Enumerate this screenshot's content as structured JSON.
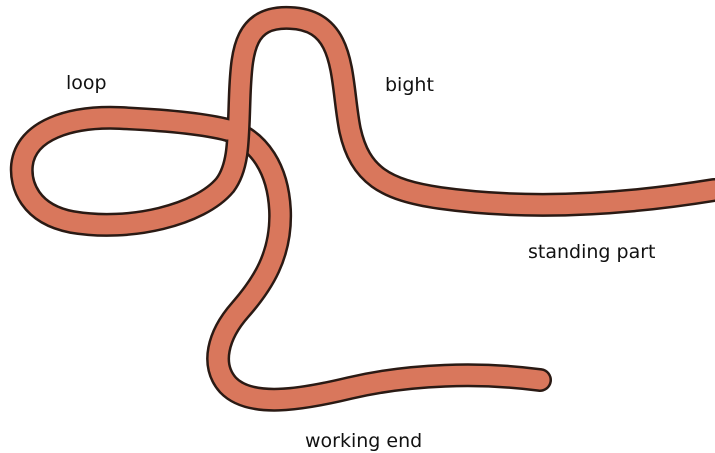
{
  "labels": {
    "loop": "loop",
    "bight": "bight",
    "standing_part": "standing part",
    "working_end": "working end"
  },
  "colors": {
    "rope_fill": "#d9775c",
    "rope_outline": "#2a1a14",
    "rope_highlight": "#e89378",
    "text": "#111111",
    "background": "#ffffff"
  }
}
